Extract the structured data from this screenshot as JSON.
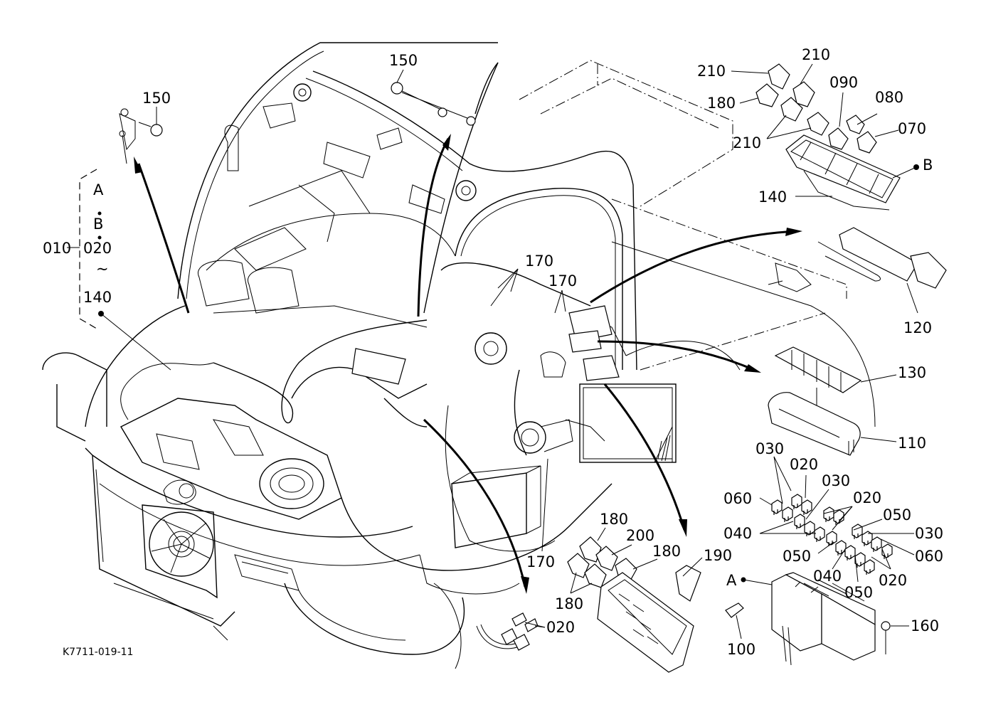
{
  "diagram": {
    "title_code": "K7711-019-11",
    "group_bracket": {
      "label": "010",
      "items": [
        "A",
        "B",
        "020",
        "~",
        "140"
      ]
    },
    "callouts": [
      {
        "id": "c150a",
        "text": "150"
      },
      {
        "id": "c150b",
        "text": "150"
      },
      {
        "id": "c210a",
        "text": "210"
      },
      {
        "id": "c210b",
        "text": "210"
      },
      {
        "id": "c180a",
        "text": "180"
      },
      {
        "id": "c090",
        "text": "090"
      },
      {
        "id": "c080",
        "text": "080"
      },
      {
        "id": "c210c",
        "text": "210"
      },
      {
        "id": "c070",
        "text": "070"
      },
      {
        "id": "cB",
        "text": "B"
      },
      {
        "id": "c140",
        "text": "140"
      },
      {
        "id": "c120",
        "text": "120"
      },
      {
        "id": "c170a",
        "text": "170"
      },
      {
        "id": "c170b",
        "text": "170"
      },
      {
        "id": "c170c",
        "text": "170"
      },
      {
        "id": "c130",
        "text": "130"
      },
      {
        "id": "c110",
        "text": "110"
      },
      {
        "id": "c030a",
        "text": "030"
      },
      {
        "id": "c020a",
        "text": "020"
      },
      {
        "id": "c030b",
        "text": "030"
      },
      {
        "id": "c060a",
        "text": "060"
      },
      {
        "id": "c020b",
        "text": "020"
      },
      {
        "id": "c050a",
        "text": "050"
      },
      {
        "id": "c040a",
        "text": "040"
      },
      {
        "id": "c030c",
        "text": "030"
      },
      {
        "id": "c050b",
        "text": "050"
      },
      {
        "id": "c060b",
        "text": "060"
      },
      {
        "id": "c040b",
        "text": "040"
      },
      {
        "id": "c020c",
        "text": "020"
      },
      {
        "id": "c050c",
        "text": "050"
      },
      {
        "id": "c180b",
        "text": "180"
      },
      {
        "id": "c200",
        "text": "200"
      },
      {
        "id": "c180c",
        "text": "180"
      },
      {
        "id": "c190",
        "text": "190"
      },
      {
        "id": "c180d",
        "text": "180"
      },
      {
        "id": "cA",
        "text": "A"
      },
      {
        "id": "c020d",
        "text": "020"
      },
      {
        "id": "c100",
        "text": "100"
      },
      {
        "id": "c160",
        "text": "160"
      }
    ]
  }
}
